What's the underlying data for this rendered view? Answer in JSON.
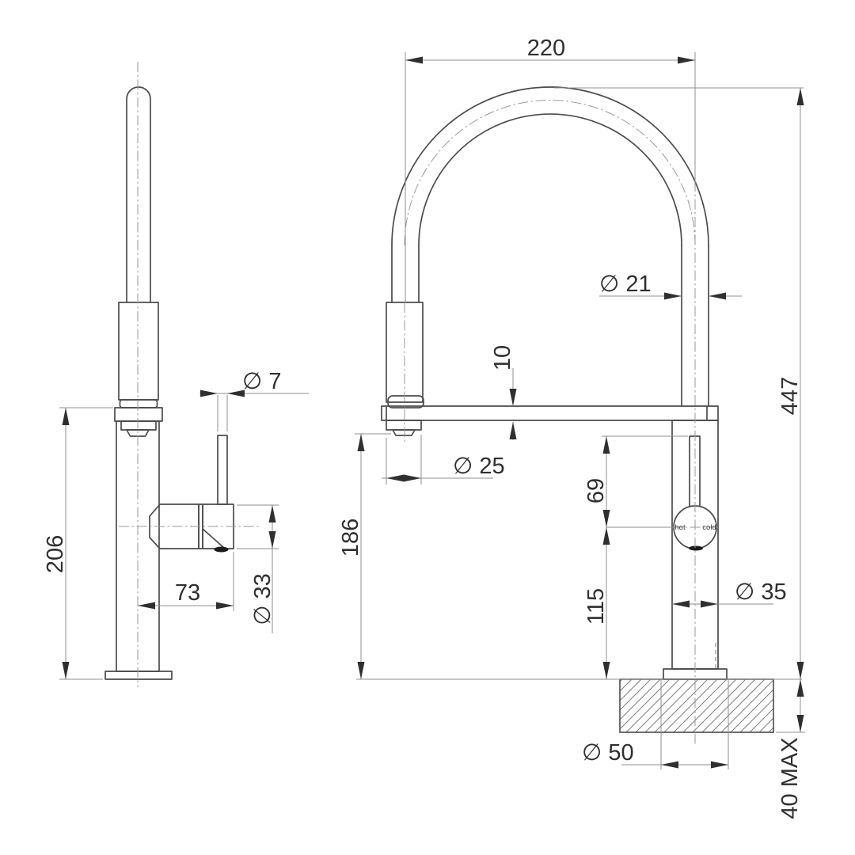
{
  "drawing_title": "Pull-out kitchen sink mixer dimension drawing",
  "colors": {
    "object_line": "#4b4b4b",
    "dimension_line": "#8f8f8f",
    "text": "#2f2f2f",
    "background": "#ffffff"
  },
  "side_view": {
    "overall_height": "206",
    "handle_reach": "73",
    "lever_diameter": "∅ 7",
    "handle_body_diameter": "∅ 33"
  },
  "front_view": {
    "spout_width": "220",
    "overall_height": "447",
    "hose_diameter": "∅ 21",
    "arm_thickness": "10",
    "spray_head_diameter": "∅ 25",
    "outlet_clearance": "186",
    "dial_to_arm": "69",
    "dial_to_bench": "115",
    "body_diameter": "∅ 35",
    "base_diameter": "∅ 50",
    "bench_thickness": "40 MAX",
    "dial": {
      "hot": "hot",
      "cold": "cold"
    }
  }
}
